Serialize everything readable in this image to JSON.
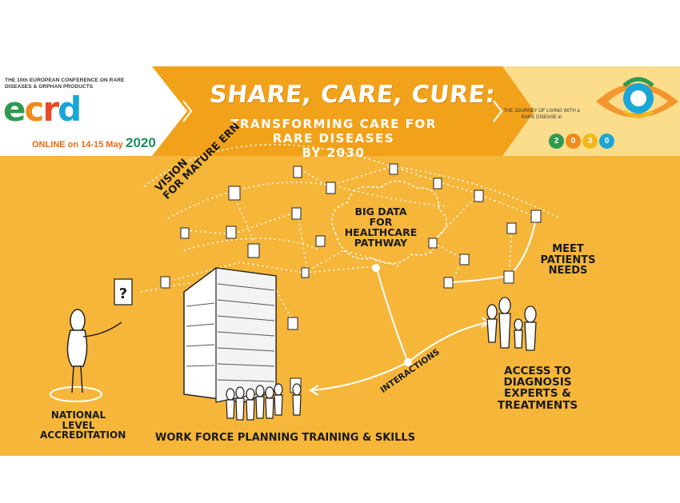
{
  "banner": {
    "conference_title": "THE 10th EUROPEAN CONFERENCE ON RARE DISEASES & ORPHAN PRODUCTS",
    "logo_letters": [
      "e",
      "c",
      "r",
      "d"
    ],
    "online_dates": "ONLINE on 14-15 May",
    "online_year": "2020",
    "main_title": "SHARE, CARE, CURE:",
    "subtitle_line1": "TRANSFORMING CARE FOR RARE DISEASES",
    "subtitle_line2": "BY 2030",
    "journey_text": "THE JOURNEY OF LIVING WITH a RARE DISEASE in",
    "year_digits": [
      "2",
      "0",
      "3",
      "0"
    ]
  },
  "labels": {
    "vision_line1": "VISION",
    "vision_line2": "FOR MATURE ERN",
    "big_data_line1": "BIG DATA FOR",
    "big_data_line2": "HEALTHCARE",
    "big_data_line3": "PATHWAY",
    "meet_line1": "MEET PATIENTS",
    "meet_line2": "NEEDS",
    "interactions": "INTERACTIONS",
    "access_line1": "ACCESS TO DIAGNOSIS",
    "access_line2": "EXPERTS & TREATMENTS",
    "national_line1": "NATIONAL LEVEL",
    "national_line2": "ACCREDITATION",
    "workforce": "WORK FORCE PLANNING TRAINING & SKILLS",
    "question_mark": "?"
  },
  "colors": {
    "background": "#f6b63a",
    "banner_orange": "#f2a21a",
    "logo_e": "#2e9a4f",
    "logo_c": "#f08a1c",
    "logo_r": "#e84a2a",
    "logo_d": "#1aa6d6",
    "year_2": "#2e9a4f",
    "year_0a": "#f08a1c",
    "year_3": "#f0b81c",
    "year_0b": "#1aa6d6"
  }
}
